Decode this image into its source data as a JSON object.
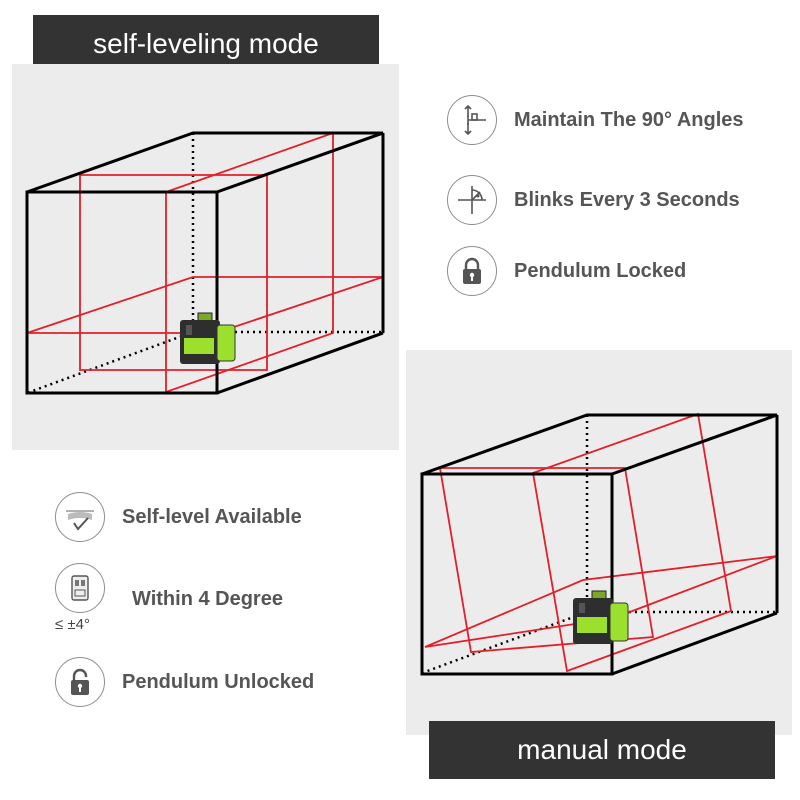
{
  "banners": {
    "top": "self-leveling mode",
    "bottom": "manual mode"
  },
  "features_locked": [
    {
      "icon": "right-angle-icon",
      "label": "Maintain The 90° Angles"
    },
    {
      "icon": "protractor-icon",
      "label": "Blinks Every 3 Seconds"
    },
    {
      "icon": "padlock-locked-icon",
      "label": "Pendulum Locked"
    }
  ],
  "features_unlocked": [
    {
      "icon": "level-tilt-icon",
      "label": "Self-level Available"
    },
    {
      "icon": "device-tilt-icon",
      "label": "Within 4 Degree",
      "caption": "≤ ±4°"
    },
    {
      "icon": "padlock-unlocked-icon",
      "label": "Pendulum Unlocked"
    }
  ],
  "colors": {
    "banner_bg": "#333333",
    "panel_bg": "#ececec",
    "laser_red": "#e21f2a",
    "device_green": "#9be02c",
    "label_text": "#555555"
  }
}
